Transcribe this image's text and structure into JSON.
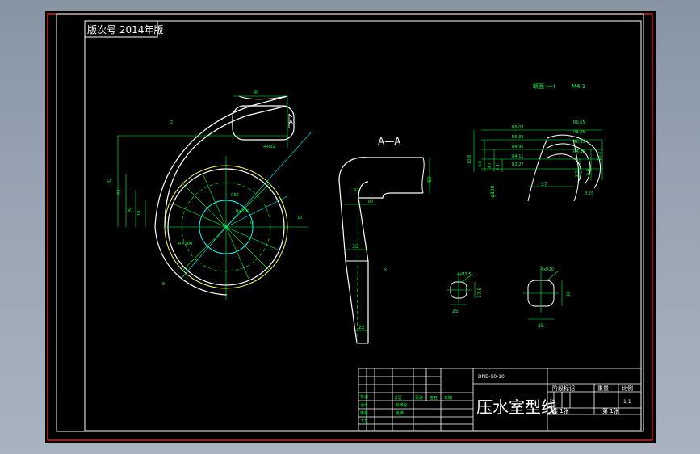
{
  "drawing": {
    "version_label": "版次号 2014年版",
    "part_title": "压水室型线",
    "drawing_number": "DNB-90-10",
    "section_label": "A—A",
    "section_marker": "A",
    "detail_label": "断面 I—I",
    "detail_scale": "M4.1",
    "scale_value": "1:1",
    "sheet_count_label": "共 1张",
    "sheet_number_label": "第 1张",
    "title_block_headers": [
      "阶段标记",
      "重量",
      "比例"
    ],
    "dimensions": {
      "small_rect_width": "25",
      "small_rect_height": "17.5",
      "small_rect_note": "4xR7.5",
      "large_rect_width": "35",
      "large_rect_height": "30",
      "large_rect_note": "4xR10",
      "throat_width": "35",
      "diffuser_top": "80",
      "diffuser_exit": "22",
      "inlet_diameter": "φ300",
      "profile_width": "17"
    }
  }
}
